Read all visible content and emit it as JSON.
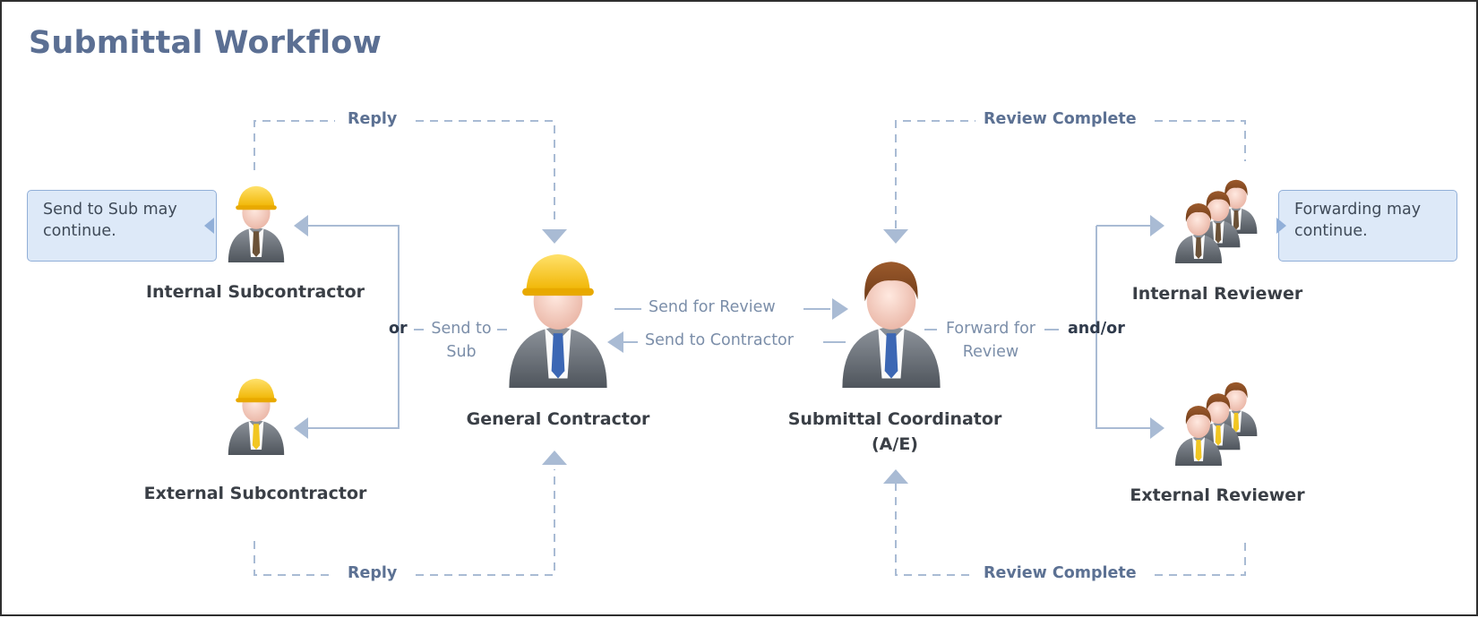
{
  "title": "Submittal Workflow",
  "roles": {
    "internal_sub": "Internal Subcontractor",
    "external_sub": "External Subcontractor",
    "general_contractor": "General Contractor",
    "coordinator_line1": "Submittal Coordinator",
    "coordinator_line2": "(A/E)",
    "internal_reviewer": "Internal Reviewer",
    "external_reviewer": "External Reviewer"
  },
  "flows": {
    "reply_top": "Reply",
    "reply_bottom": "Reply",
    "review_complete_top": "Review Complete",
    "review_complete_bottom": "Review Complete",
    "send_for_review": "Send for Review",
    "send_to_contractor": "Send to Contractor",
    "send_to_sub_line1": "Send to",
    "send_to_sub_line2": "Sub",
    "forward_line1": "Forward for",
    "forward_line2": "Review"
  },
  "connectors": {
    "or": "or",
    "and_or": "and/or"
  },
  "callouts": {
    "left": "Send to Sub may continue.",
    "right": "Forwarding may continue."
  },
  "colors": {
    "title": "#5b6f93",
    "arrow": "#a9bbd4",
    "callout_bg": "#dde9f8",
    "hard_hat": "#f3c200",
    "frame": "#2f2f2f"
  },
  "icons": {
    "person_hardhat": "person-hardhat-icon",
    "person": "person-icon",
    "people_group": "people-group-icon"
  }
}
